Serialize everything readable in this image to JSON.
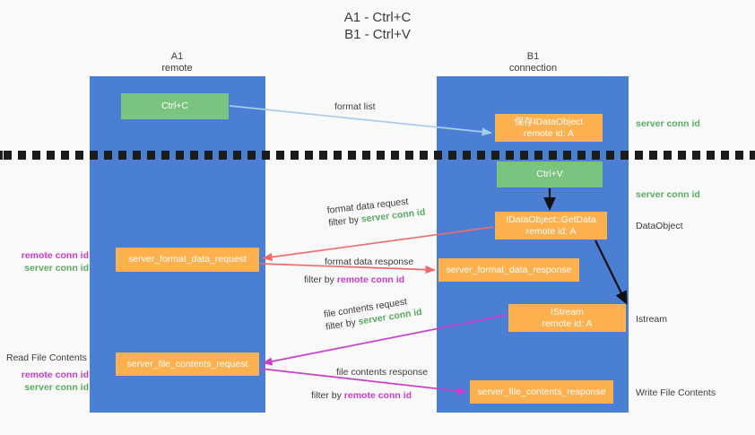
{
  "title": {
    "line1": "A1 - Ctrl+C",
    "line2": "B1 - Ctrl+V"
  },
  "columns": {
    "a1": {
      "name": "A1",
      "role": "remote"
    },
    "b1": {
      "name": "B1",
      "role": "connection"
    }
  },
  "nodes": {
    "ctrl_c": {
      "label": "Ctrl+C"
    },
    "save_idataobject": {
      "line1": "保存IDataObject",
      "line2": "remote id: A"
    },
    "ctrl_v": {
      "label": "Ctrl+V"
    },
    "getdata": {
      "line1": "IDataObject::GetData",
      "line2": "remote id: A"
    },
    "format_data_request": {
      "label": "server_format_data_request"
    },
    "format_data_response": {
      "label": "server_format_data_response"
    },
    "istream": {
      "line1": "IStream",
      "line2": "remote id: A"
    },
    "file_contents_request": {
      "label": "server_file_contents_request"
    },
    "file_contents_response": {
      "label": "server_file_contents_response"
    }
  },
  "edge_labels": {
    "format_list": "format list",
    "format_data_request": "format data request",
    "format_data_request_filter_prefix": "filter by ",
    "format_data_request_filter_value": "server conn id",
    "format_data_response": "format data response",
    "format_data_response_filter_prefix": "filter by ",
    "format_data_response_filter_value": "remote conn id",
    "file_contents_request": "file contents request",
    "file_contents_request_filter_prefix": "filter by ",
    "file_contents_request_filter_value": "server conn id",
    "file_contents_response": "file contents response",
    "file_contents_response_filter_prefix": "filter by ",
    "file_contents_response_filter_value": "remote conn id"
  },
  "side_labels": {
    "server_conn_id_top": "server conn id",
    "server_conn_id_mid": "server conn id",
    "dataobject": "DataObject",
    "istream": "Istream",
    "write_file_contents": "Write File Contents",
    "read_file_contents": "Read File Contents",
    "remote_conn_id": "remote conn id",
    "server_conn_id": "server conn id"
  },
  "colors": {
    "lane": "#4a7fd4",
    "green_node": "#7ac47f",
    "orange_node": "#fcb04e",
    "green_text": "#5aab62",
    "purple_text": "#c83cc8",
    "arrow_lightblue": "#a8cdef",
    "arrow_red": "#ef6c6c",
    "arrow_magenta": "#cc3fcc",
    "arrow_black": "#111111",
    "background": "#f9f9f9"
  }
}
